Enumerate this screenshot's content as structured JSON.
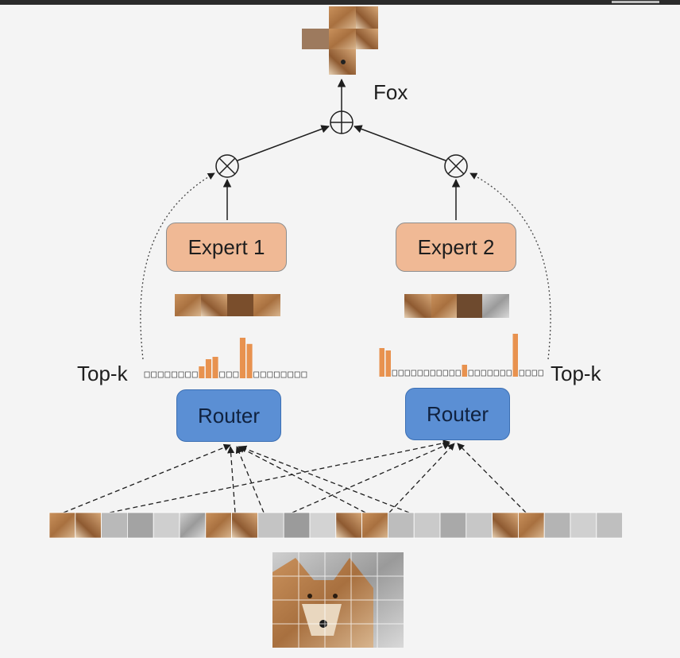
{
  "output": {
    "label": "Fox"
  },
  "experts": [
    {
      "label": "Expert 1"
    },
    {
      "label": "Expert 2"
    }
  ],
  "routers": [
    {
      "label": "Router",
      "topk_label": "Top-k"
    },
    {
      "label": "Router",
      "topk_label": "Top-k"
    }
  ],
  "router_scores": {
    "router_1": [
      0,
      0,
      0,
      0,
      0,
      0,
      0,
      0,
      0.25,
      0.4,
      0.45,
      0,
      0,
      0,
      0.85,
      0.72,
      0,
      0,
      0,
      0,
      0,
      0,
      0,
      0
    ],
    "router_2": [
      0.6,
      0.55,
      0,
      0,
      0,
      0,
      0,
      0,
      0,
      0,
      0,
      0,
      0,
      0.25,
      0,
      0,
      0,
      0,
      0,
      0,
      0,
      0.9,
      0,
      0,
      0,
      0
    ]
  },
  "colors": {
    "expert_fill": "#f0b995",
    "router_fill": "#5b8fd4",
    "score_bar": "#e8924f",
    "background": "#f4f4f4"
  }
}
